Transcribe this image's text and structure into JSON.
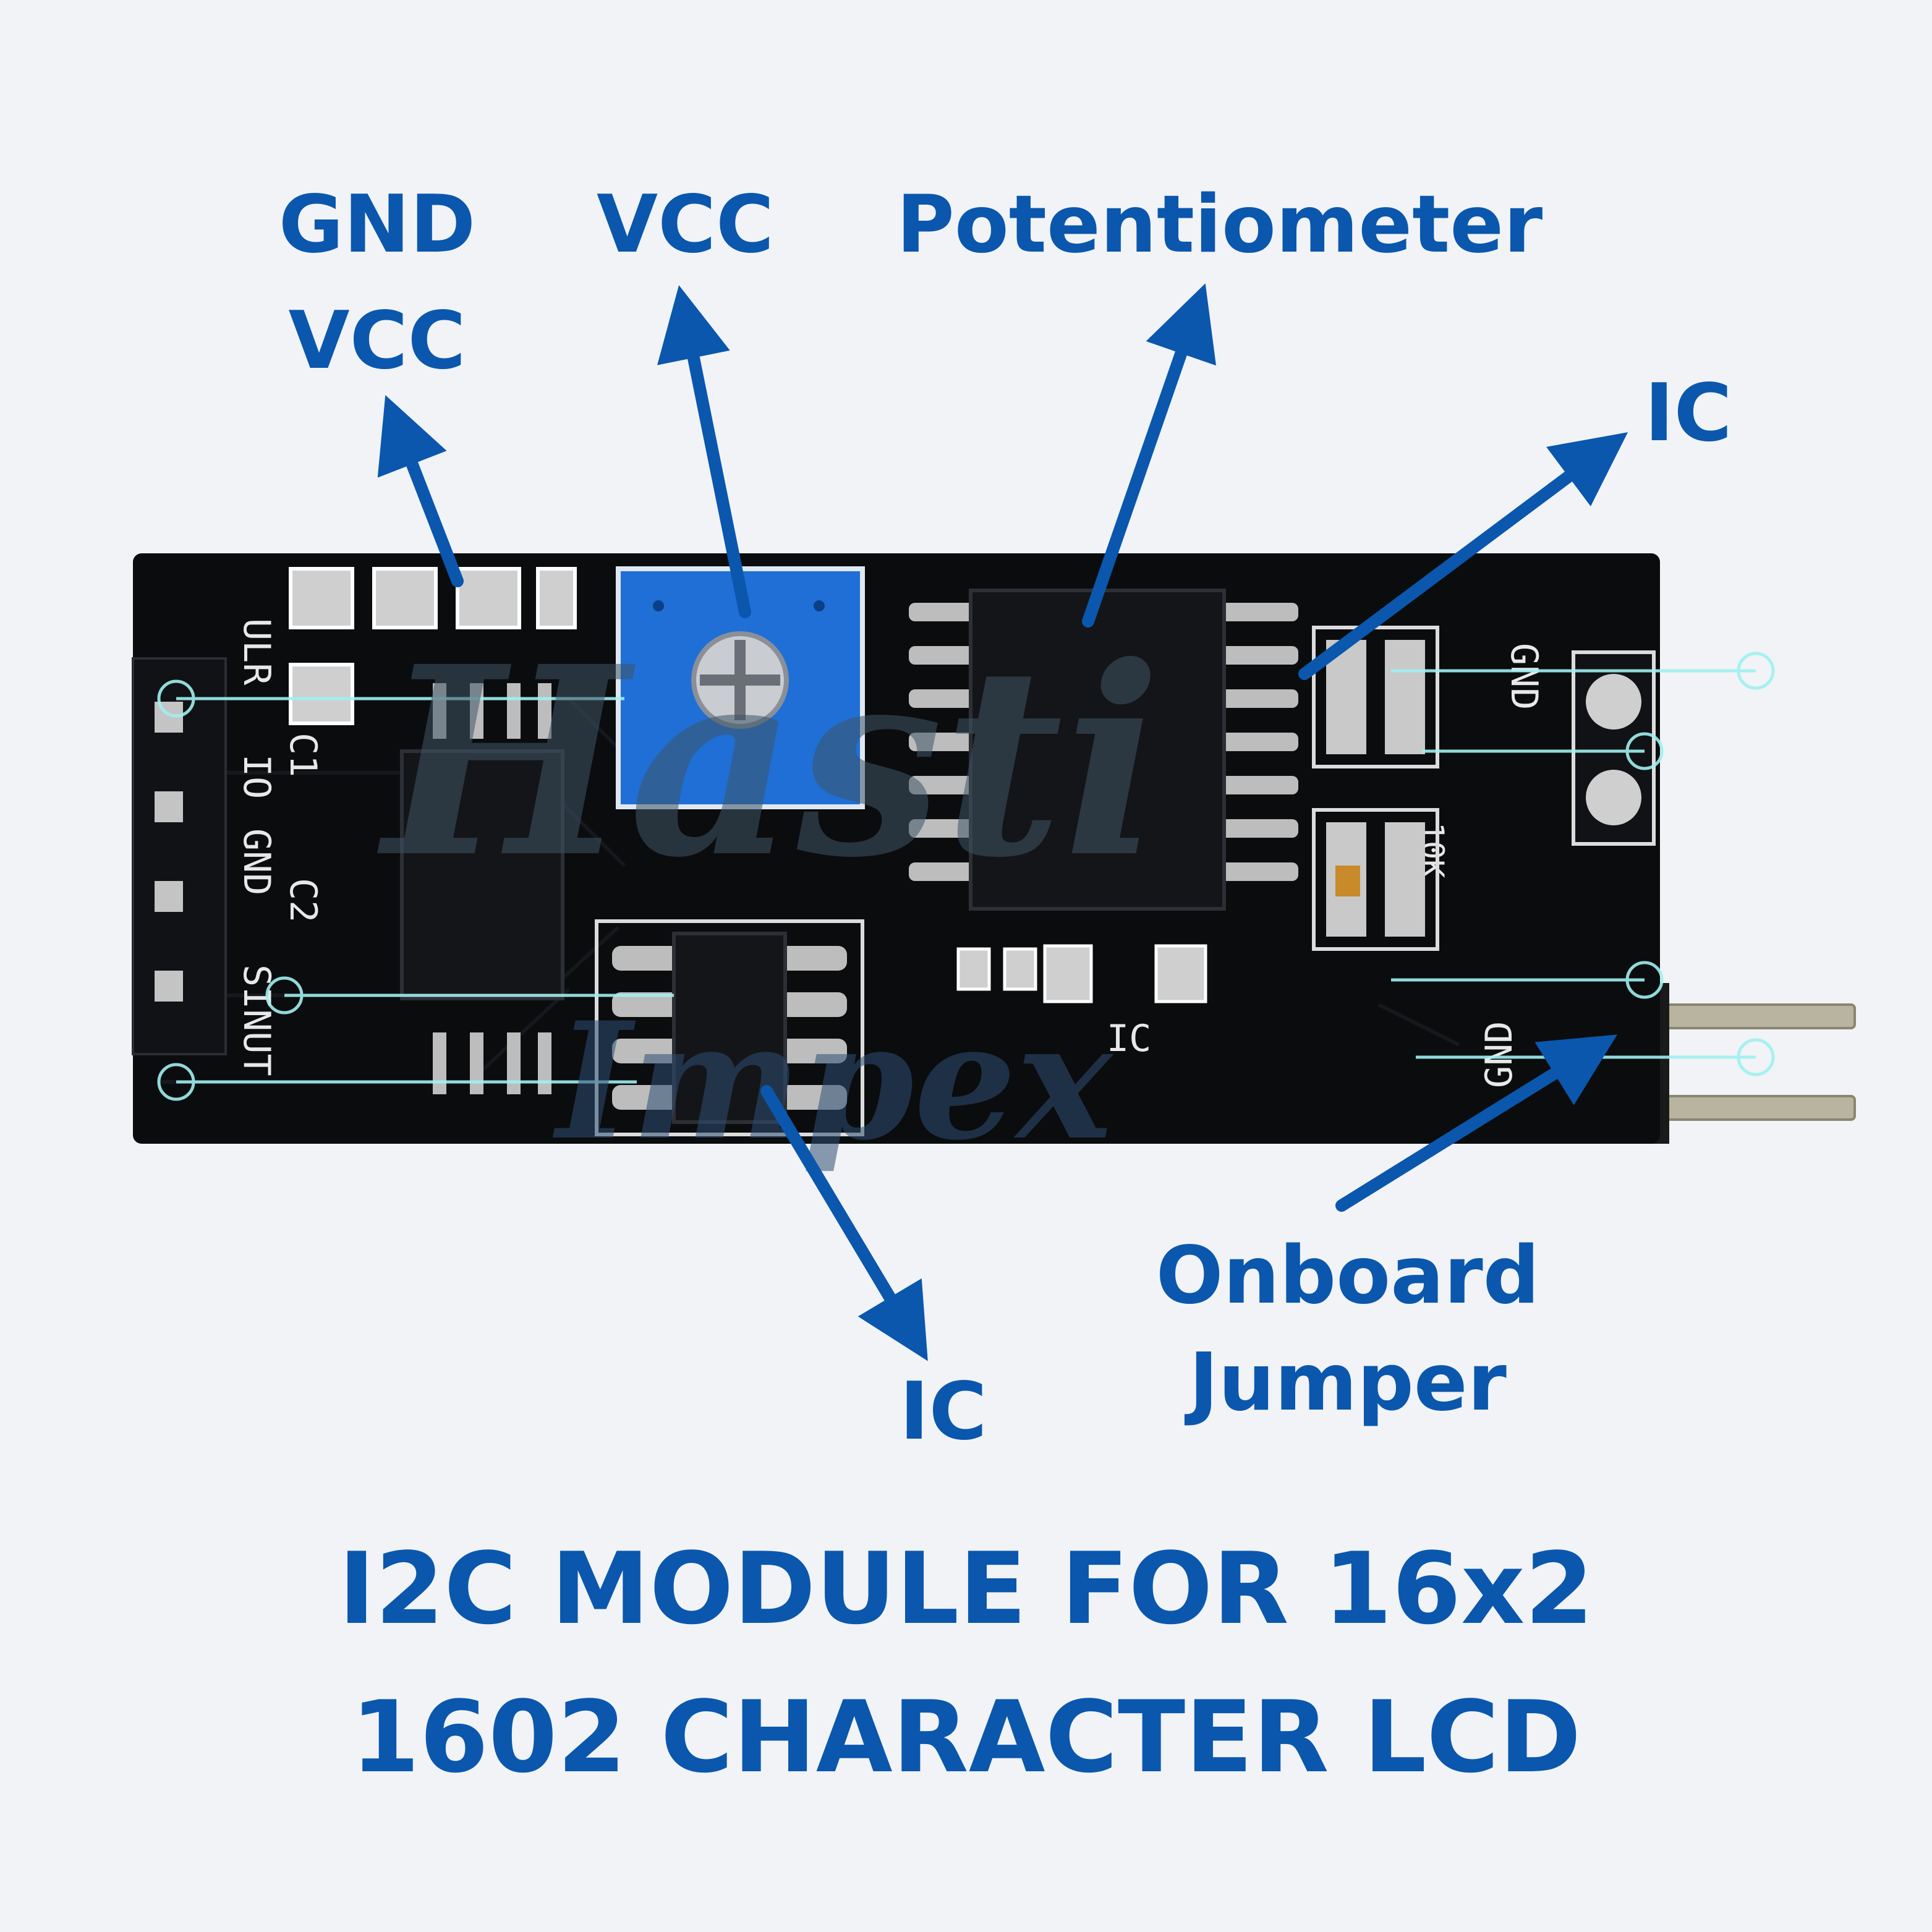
{
  "callouts": {
    "gnd_vcc_left": {
      "line1": "GND",
      "line2": "VCC"
    },
    "vcc_top": "VCC",
    "potentiometer": "Potentiometer",
    "ic_right": "IC",
    "ic_bottom": "IC",
    "onboard_jumper": {
      "line1": "Onboard",
      "line2": "Jumper"
    }
  },
  "caption": {
    "line1": "I2C MODULE FOR 16x2",
    "line2": "1602 CHARACTER LCD"
  },
  "silkscreen": {
    "ulr": "ULR",
    "io": "IO",
    "gnd_left": "GND",
    "sinut": "SINUT",
    "c1": "C1",
    "c2": "C2",
    "ic_small": "IC",
    "gnd_right_top": "GND",
    "gnd_right_bottom": "GND",
    "r10k": "10K"
  },
  "watermark": {
    "line1": "Hasti",
    "line2": "Impex"
  },
  "colors": {
    "label_blue": "#0a57ad",
    "board": "#0b0c0e",
    "pot_blue": "#1f6fd6",
    "background": "#f1f3f6"
  }
}
